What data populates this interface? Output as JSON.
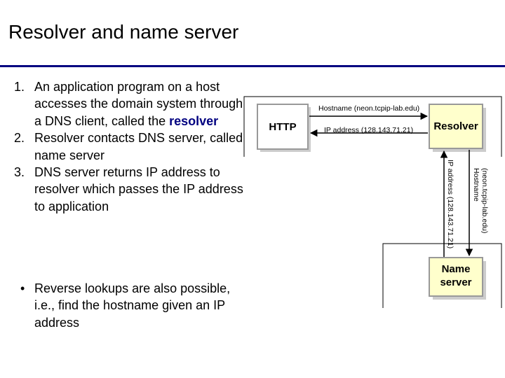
{
  "slide": {
    "title": "Resolver and name server",
    "steps": [
      {
        "number": "1.",
        "text_before": "An application program on a host accesses the domain system through a DNS client, called the ",
        "highlight": "resolver"
      },
      {
        "number": "2.",
        "text": "Resolver contacts DNS server, called name server"
      },
      {
        "number": "3.",
        "text": "DNS server returns IP address to resolver which passes the IP address to application"
      }
    ],
    "bullet": {
      "symbol": "•",
      "text": "Reverse lookups are also possible, i.e., find the hostname given an IP address"
    }
  },
  "diagram": {
    "http_box": "HTTP",
    "resolver_box": "Resolver",
    "name_server_box": [
      "Name",
      "server"
    ],
    "arrow_hostname_top": "Hostname (neon.tcpip-lab.edu)",
    "arrow_ip_top": "IP address (128.143.71.21)",
    "vertical_ip_label": "IP address (128.143.71.21)",
    "vertical_hostname_label": [
      "Hostname",
      "(neon.tcpip-lab.edu)"
    ]
  },
  "colors": {
    "title_rule": "#000080",
    "highlight": "#000080",
    "resolver_fill": "#ffffcc",
    "box_border": "#999999",
    "box_shadow": "#cccccc"
  }
}
